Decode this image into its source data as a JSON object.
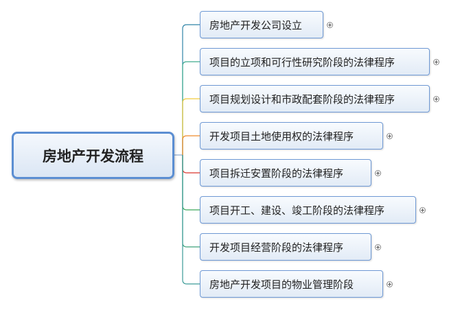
{
  "root": {
    "label": "房地产开发流程"
  },
  "topics": [
    {
      "label": "房地产开发公司设立",
      "branch_color": "#2f84a7",
      "collapsed": true
    },
    {
      "label": "项目的立项和可行性研究阶段的法律程序",
      "branch_color": "#3daa8e",
      "collapsed": true
    },
    {
      "label": "项目规划设计和市政配套阶段的法律程序",
      "branch_color": "#f0c93c",
      "collapsed": true
    },
    {
      "label": "开发项目土地使用权的法律程序",
      "branch_color": "#ef8a2c",
      "collapsed": true
    },
    {
      "label": "项目拆迁安置阶段的法律程序",
      "branch_color": "#d9352c",
      "collapsed": true
    },
    {
      "label": "项目开工、建设、竣工阶段的法律程序",
      "branch_color": "#3aa75a",
      "collapsed": true
    },
    {
      "label": "开发项目经营阶段的法律程序",
      "branch_color": "#3ba07a",
      "collapsed": true
    },
    {
      "label": "房地产开发项目的物业管理阶段",
      "branch_color": "#3a9a96",
      "collapsed": true
    }
  ]
}
